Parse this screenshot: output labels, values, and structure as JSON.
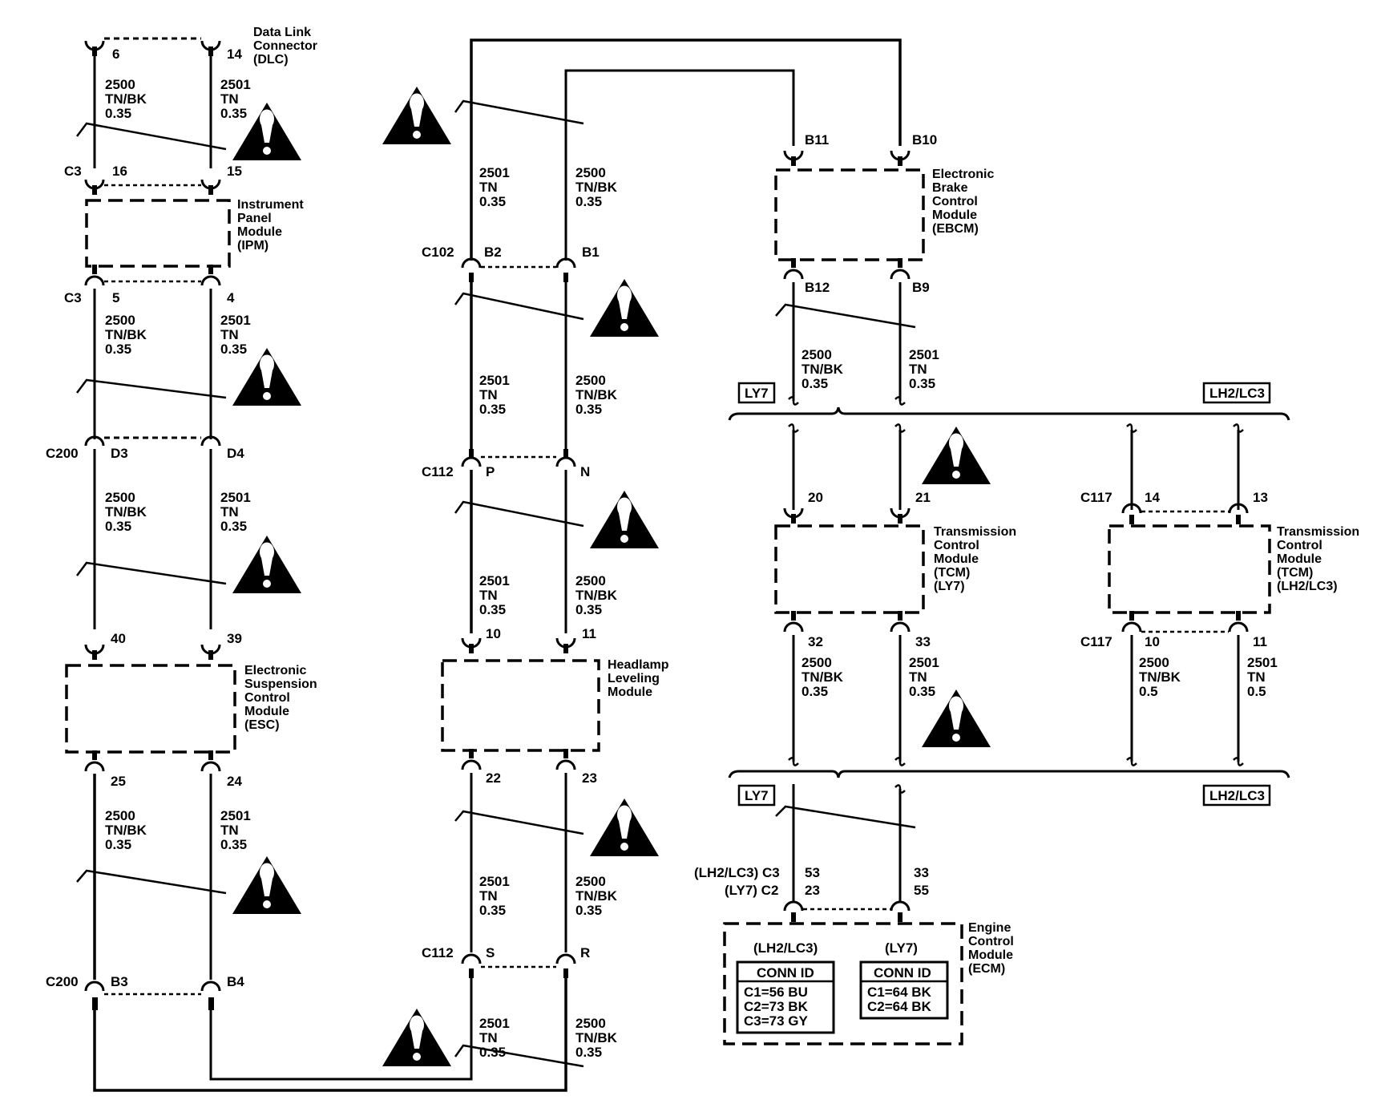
{
  "labels": {
    "dlc_name": [
      "Data Link",
      "Connector",
      "(DLC)"
    ],
    "ipm_name": [
      "Instrument",
      "Panel",
      "Module",
      "(IPM)"
    ],
    "esc_name": [
      "Electronic",
      "Suspension",
      "Control",
      "Module",
      "(ESC)"
    ],
    "hlm_name": [
      "Headlamp",
      "Leveling",
      "Module"
    ],
    "ebcm_name": [
      "Electronic",
      "Brake",
      "Control",
      "Module",
      "(EBCM)"
    ],
    "tcm_ly7_name": [
      "Transmission",
      "Control",
      "Module",
      "(TCM)",
      "(LY7)"
    ],
    "tcm_lh2_name": [
      "Transmission",
      "Control",
      "Module",
      "(TCM)",
      "(LH2/LC3)"
    ],
    "ecm_name": [
      "Engine",
      "Control",
      "Module",
      "(ECM)"
    ]
  },
  "connectors": {
    "c3": "C3",
    "c200": "C200",
    "c102": "C102",
    "c112": "C112",
    "c117": "C117",
    "ecm_c3": "(LH2/LC3) C3",
    "ecm_c2": "(LY7) C2"
  },
  "pins": {
    "dlc_l": "6",
    "dlc_r": "14",
    "ipm_top_l": "16",
    "ipm_top_r": "15",
    "ipm_bot_l": "5",
    "ipm_bot_r": "4",
    "c200_top_l": "D3",
    "c200_top_r": "D4",
    "esc_top_l": "40",
    "esc_top_r": "39",
    "esc_bot_l": "25",
    "esc_bot_r": "24",
    "c200_bot_l": "B3",
    "c200_bot_r": "B4",
    "c102_l": "B2",
    "c102_r": "B1",
    "c112_top_l": "P",
    "c112_top_r": "N",
    "hlm_top_l": "10",
    "hlm_top_r": "11",
    "hlm_bot_l": "22",
    "hlm_bot_r": "23",
    "c112_bot_l": "S",
    "c112_bot_r": "R",
    "ebcm_top_l": "B11",
    "ebcm_top_r": "B10",
    "ebcm_bot_l": "B12",
    "ebcm_bot_r": "B9",
    "tcm1_top_l": "20",
    "tcm1_top_r": "21",
    "tcm1_bot_l": "32",
    "tcm1_bot_r": "33",
    "tcm2_top_l": "14",
    "tcm2_top_r": "13",
    "tcm2_bot_l": "10",
    "tcm2_bot_r": "11",
    "ecm_row1_l": "53",
    "ecm_row1_r": "33",
    "ecm_row2_l": "23",
    "ecm_row2_r": "55"
  },
  "wires": {
    "w2500": [
      "2500",
      "TN/BK",
      "0.35"
    ],
    "w2501": [
      "2501",
      "TN",
      "0.35"
    ],
    "w2500_05": [
      "2500",
      "TN/BK",
      "0.5"
    ],
    "w2501_05": [
      "2501",
      "TN",
      "0.5"
    ]
  },
  "options": {
    "ly7": "LY7",
    "lh2": "LH2/LC3"
  },
  "ecm_table": {
    "lh2_title": "(LH2/LC3)",
    "ly7_title": "(LY7)",
    "header": "CONN ID",
    "lh2_rows": [
      "C1=56 BU",
      "C2=73 BK",
      "C3=73 GY"
    ],
    "ly7_rows": [
      "C1=64 BK",
      "C2=64 BK"
    ]
  }
}
